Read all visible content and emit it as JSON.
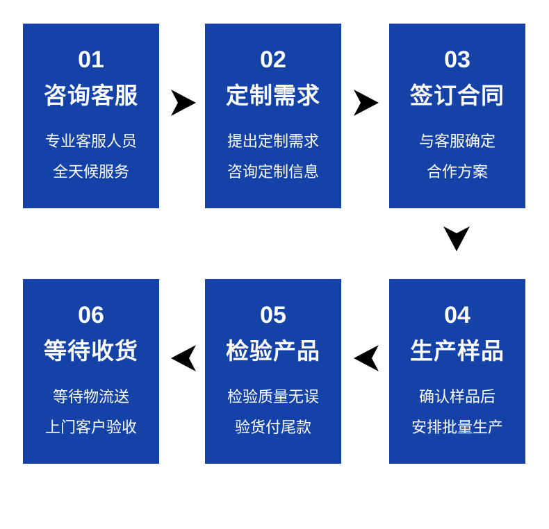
{
  "steps": [
    {
      "num": "01",
      "title": "咨询客服",
      "line1": "专业客服人员",
      "line2": "全天候服务"
    },
    {
      "num": "02",
      "title": "定制需求",
      "line1": "提出定制需求",
      "line2": "咨询定制信息"
    },
    {
      "num": "03",
      "title": "签订合同",
      "line1": "与客服确定",
      "line2": "合作方案"
    },
    {
      "num": "04",
      "title": "生产样品",
      "line1": "确认样品后",
      "line2": "安排批量生产"
    },
    {
      "num": "05",
      "title": "检验产品",
      "line1": "检验质量无误",
      "line2": "验货付尾款"
    },
    {
      "num": "06",
      "title": "等待收货",
      "line1": "等待物流送",
      "line2": "上门客户验收"
    }
  ],
  "colors": {
    "card": "#1442a6",
    "text": "#ffffff",
    "arrow": "#000000"
  }
}
